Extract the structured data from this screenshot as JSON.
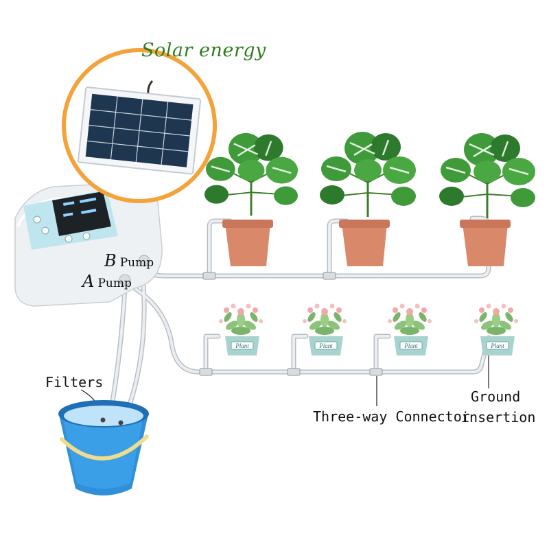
{
  "labels": {
    "solar": "Solar energy",
    "b_letter": "B",
    "a_letter": "A",
    "pump_word": "Pump",
    "filters": "Filters",
    "connector": "Three-way Connector",
    "ground_line1": "Ground",
    "ground_line2": "insertion"
  },
  "pot_tag_text": "Plant",
  "colors": {
    "solar_ring": "#f4a23a",
    "tube": "#e9ebee",
    "tube_edge": "#b9bec4",
    "pot_terracotta": "#d9896a",
    "pot_teal": "#a8d3cf",
    "leaf": "#3f9a3a",
    "leaf_dark": "#2d7a2d",
    "bucket": "#2f8fd8",
    "bucket_handle": "#f0dc8c",
    "label_green": "#2e7d1f"
  }
}
